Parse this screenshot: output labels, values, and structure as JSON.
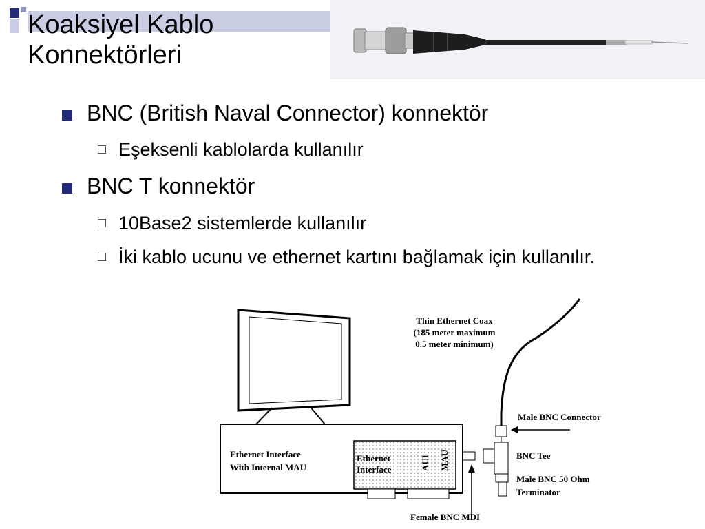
{
  "title": "Koaksiyel Kablo Konnektörleri",
  "bullets": [
    {
      "text": "BNC (British Naval Connector) konnektör",
      "subs": [
        "Eşeksenli kablolarda kullanılır"
      ]
    },
    {
      "text": "BNC T konnektör",
      "subs": [
        "10Base2 sistemlerde kullanılır",
        "İki kablo ucunu ve ethernet kartını bağlamak için kullanılır."
      ]
    }
  ],
  "diagram": {
    "coax_label_1": "Thin Ethernet Coax",
    "coax_label_2": "(185 meter maximum",
    "coax_label_3": "0.5 meter minimum)",
    "male_bnc": "Male BNC Connector",
    "bnc_tee": "BNC Tee",
    "terminator_1": "Male BNC 50 Ohm",
    "terminator_2": "Terminator",
    "female_mdi": "Female BNC MDI",
    "interface_1": "Ethernet Interface",
    "interface_2": "With Internal MAU",
    "card_1": "Ethernet",
    "card_2": "Interface",
    "aui": "AUI",
    "mau": "MAU"
  },
  "colors": {
    "accent": "#242c79",
    "title_band": "#c9cde3"
  }
}
